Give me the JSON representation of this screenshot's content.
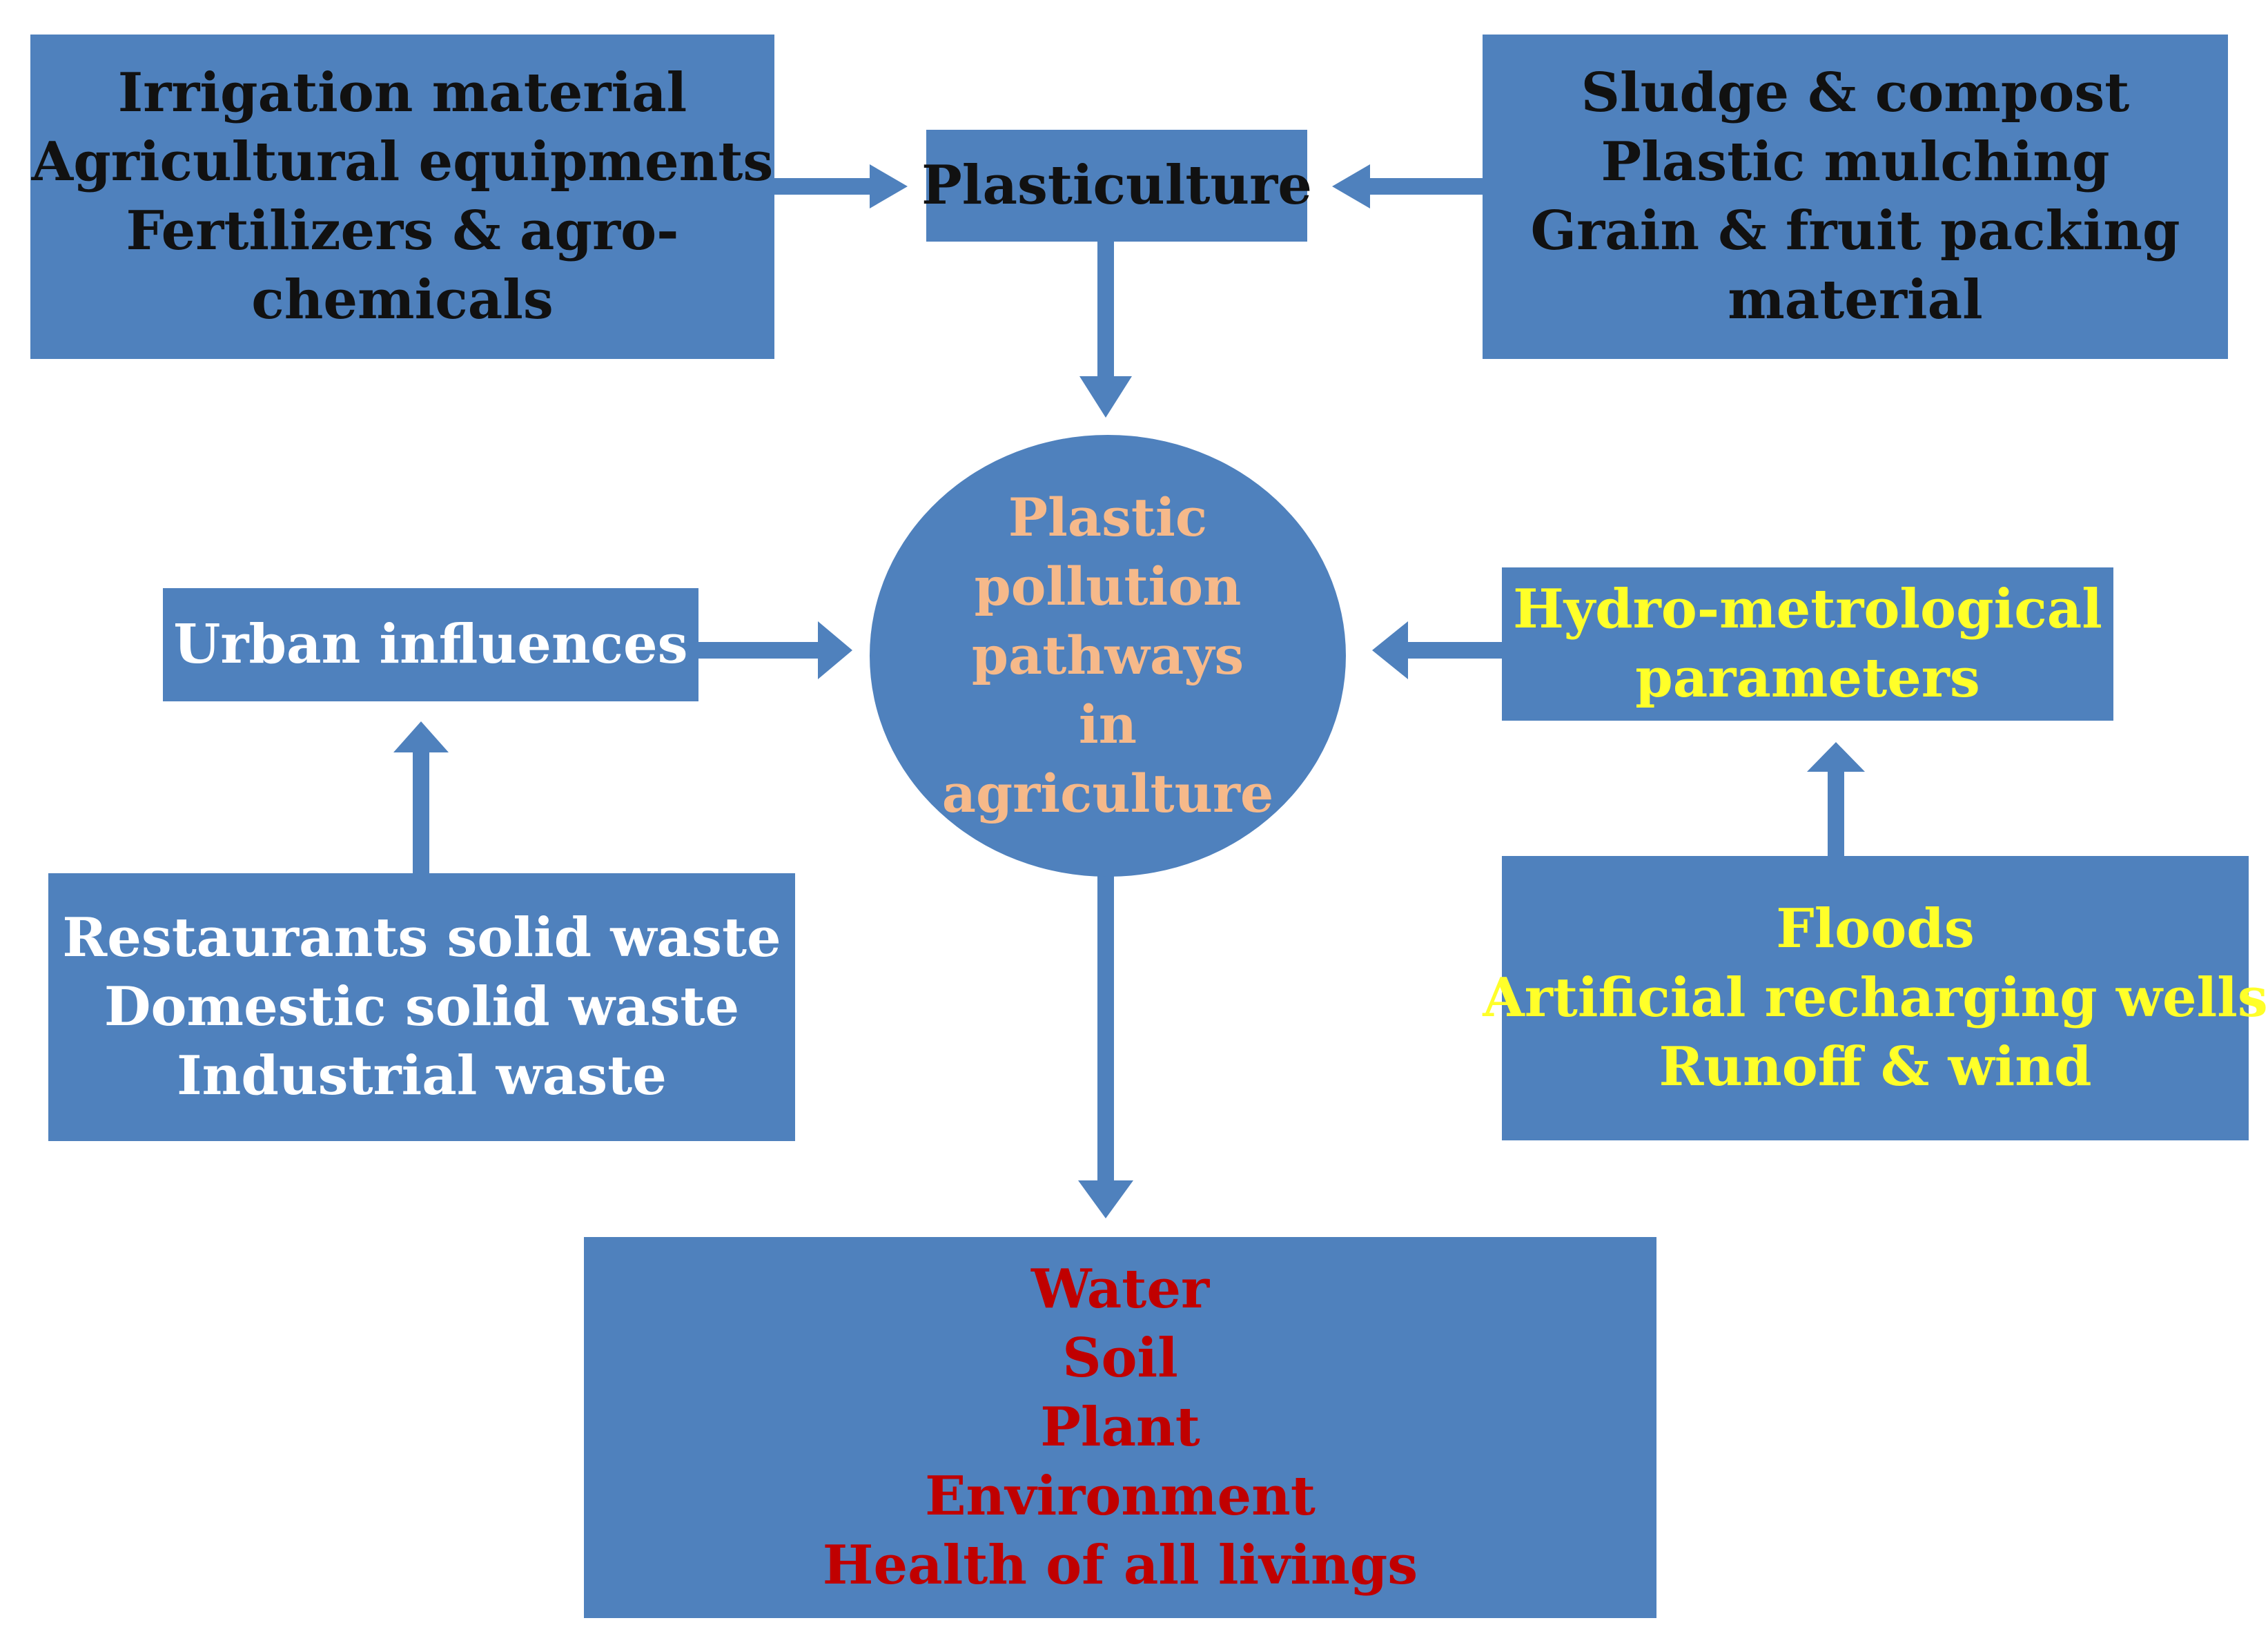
{
  "nodes": {
    "top_left": [
      "Irrigation material",
      "Agricultural equipments",
      "Fertilizers & agro-",
      "chemicals"
    ],
    "plasticulture": "Plasticulture",
    "top_right": [
      "Sludge & compost",
      "Plastic mulching",
      "Grain & fruit packing",
      "material"
    ],
    "center": [
      "Plastic",
      "pollution",
      "pathways",
      "in",
      "agriculture"
    ],
    "urban": "Urban influences",
    "hydro": [
      "Hydro-metrological",
      "parameters"
    ],
    "urban_sources": [
      "Restaurants solid waste",
      "Domestic solid waste",
      "Industrial waste"
    ],
    "hydro_sources": [
      "Floods",
      "Artificial recharging wells",
      "Runoff & wind"
    ],
    "impacts": [
      "Water",
      "Soil",
      "Plant",
      "Environment",
      "Health of all livings"
    ]
  },
  "colors": {
    "box_fill": "#4f81bd",
    "arrow": "#4f81bd",
    "text_dark": "#111111",
    "text_white": "#ffffff",
    "text_yellow": "#ffff29",
    "text_red": "#c00000",
    "text_peach": "#f6b98a"
  }
}
